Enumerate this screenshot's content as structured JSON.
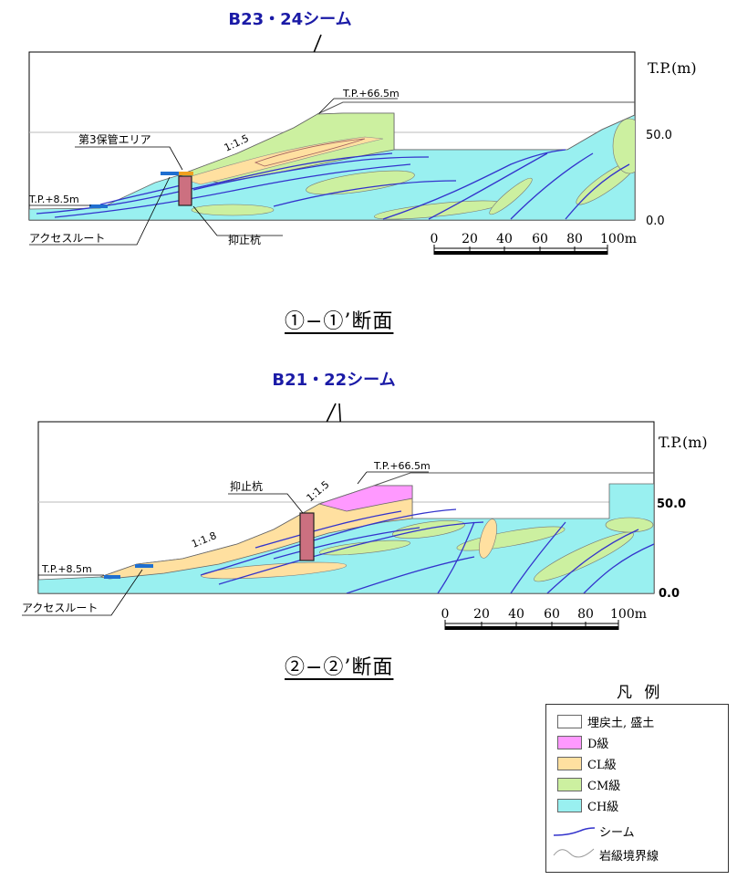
{
  "sections": [
    {
      "seam_title": "B23・24シーム",
      "elevation_unit": "T.P.(m)",
      "elevation_ticks": [
        "50.0",
        "0.0"
      ],
      "labels": {
        "top_level": "T.P.+66.5m",
        "low_level": "T.P.+8.5m",
        "slope": "1:1.5",
        "storage_area": "第3保管エリア",
        "access_route": "アクセスルート",
        "pile": "抑止杭"
      },
      "scale_ticks": [
        "0",
        "20",
        "40",
        "60",
        "80",
        "100m"
      ],
      "caption": "①−①’断面"
    },
    {
      "seam_title": "B21・22シーム",
      "elevation_unit": "T.P.(m)",
      "elevation_ticks": [
        "50.0",
        "0.0"
      ],
      "labels": {
        "top_level": "T.P.+66.5m",
        "low_level": "T.P.+8.5m",
        "slope_upper": "1:1.5",
        "slope_lower": "1:1.8",
        "pile": "抑止杭",
        "access_route": "アクセスルート"
      },
      "scale_ticks": [
        "0",
        "20",
        "40",
        "60",
        "80",
        "100m"
      ],
      "caption": "②−②’断面"
    }
  ],
  "legend": {
    "title": "凡 例",
    "items": [
      {
        "label": "埋戻土, 盛土",
        "color": "#ffffff"
      },
      {
        "label": "D級",
        "color": "#ff99ff"
      },
      {
        "label": "CL級",
        "color": "#ffe0a0"
      },
      {
        "label": "CM級",
        "color": "#ccf0a0"
      },
      {
        "label": "CH級",
        "color": "#99f0f0"
      }
    ],
    "seam_label": "シーム",
    "seam_color": "#3333cc",
    "boundary_label": "岩級境界線",
    "boundary_color": "#999999"
  },
  "colors": {
    "title_blue": "#1a1aa6",
    "pile_fill": "#cc7080",
    "access_blue": "#1f6fd0",
    "storage_orange": "#f0a020"
  }
}
